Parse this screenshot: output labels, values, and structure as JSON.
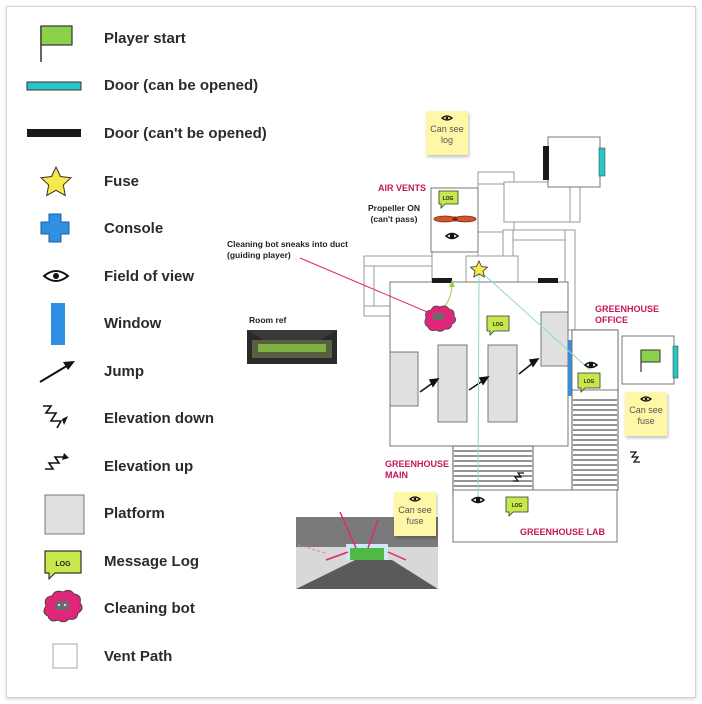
{
  "legend": [
    {
      "label": "Player start",
      "icon": "flag-icon"
    },
    {
      "label": "Door (can be opened)",
      "icon": "door-open-icon"
    },
    {
      "label": "Door (can't be opened)",
      "icon": "door-closed-icon"
    },
    {
      "label": "Fuse",
      "icon": "star-icon"
    },
    {
      "label": "Console",
      "icon": "plus-icon"
    },
    {
      "label": "Field of view",
      "icon": "eye-icon"
    },
    {
      "label": "Window",
      "icon": "window-icon"
    },
    {
      "label": "Jump",
      "icon": "jump-arrow-icon"
    },
    {
      "label": "Elevation down",
      "icon": "elevation-down-icon"
    },
    {
      "label": "Elevation up",
      "icon": "elevation-up-icon"
    },
    {
      "label": "Platform",
      "icon": "platform-icon"
    },
    {
      "label": "Message Log",
      "icon": "message-log-icon"
    },
    {
      "label": "Cleaning bot",
      "icon": "cleaning-bot-icon"
    },
    {
      "label": "Vent Path",
      "icon": "vent-path-icon"
    }
  ],
  "map": {
    "air_vents": "AIR VENTS",
    "propeller_line1": "Propeller ON",
    "propeller_line2": "(can't pass)",
    "bot_note_line1": "Cleaning bot sneaks into duct",
    "bot_note_line2": "(guiding player)",
    "room_ref": "Room ref",
    "greenhouse_office_line1": "GREENHOUSE",
    "greenhouse_office_line2": "OFFICE",
    "greenhouse_main_line1": "GREENHOUSE",
    "greenhouse_main_line2": "MAIN",
    "greenhouse_lab": "GREENHOUSE LAB",
    "log_text": "LOG",
    "stickies": {
      "top_line1": "Can see",
      "top_line2": "log",
      "office_line1": "Can see",
      "office_line2": "fuse",
      "main_line1": "Can see",
      "main_line2": "fuse"
    }
  },
  "colors": {
    "flag_green": "#8bd14a",
    "door_open": "#29c5c8",
    "door_closed": "#1a1a1a",
    "fuse_yellow": "#f7e94a",
    "console_blue": "#2f8fe0",
    "window_blue": "#2f8fe0",
    "platform_grey": "#e0e0e0",
    "log_green": "#c6e84a",
    "bot_magenta": "#e0257a",
    "annotation_pink": "#e0257a",
    "sight_line": "#8fd8c8",
    "sticky_yellow": "#fff7a8"
  }
}
